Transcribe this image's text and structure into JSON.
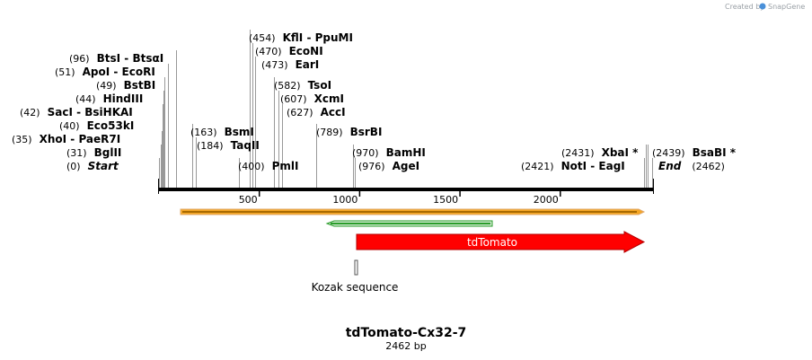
{
  "credit": {
    "prefix": "Created by",
    "brand": "SnapGene"
  },
  "title": "tdTomato-Cx32-7",
  "subtitle": "2462 bp",
  "length": 2462,
  "ticks": [
    500,
    1000,
    1500,
    2000
  ],
  "sites": [
    {
      "id": "btsi",
      "pos": "(96)",
      "name": "BtsI",
      "sep": " - ",
      "name2": "BtsαI",
      "bp": 96
    },
    {
      "id": "apoi",
      "pos": "(51)",
      "name": "ApoI",
      "sep": " - ",
      "name2": "EcoRI",
      "bp": 51
    },
    {
      "id": "bstbi",
      "pos": "(49)",
      "name": "BstBI",
      "sep": "",
      "name2": "",
      "bp": 49
    },
    {
      "id": "hindiii",
      "pos": "(44)",
      "name": "HindIII",
      "sep": "",
      "name2": "",
      "bp": 44
    },
    {
      "id": "saci",
      "pos": "(42)",
      "name": "SacI",
      "sep": " - ",
      "name2": "BsiHKAI",
      "bp": 42
    },
    {
      "id": "eco53ki",
      "pos": "(40)",
      "name": "Eco53kI",
      "sep": "",
      "name2": "",
      "bp": 40
    },
    {
      "id": "xhoi",
      "pos": "(35)",
      "name": "XhoI",
      "sep": " - ",
      "name2": "PaeR7I",
      "bp": 35
    },
    {
      "id": "bglii",
      "pos": "(31)",
      "name": "BglII",
      "sep": "",
      "name2": "",
      "bp": 31
    },
    {
      "id": "start",
      "pos": "(0)",
      "name": "Start",
      "sep": "",
      "name2": "",
      "bp": 0
    },
    {
      "id": "bsmi",
      "pos": "(163)",
      "name": "BsmI",
      "sep": "",
      "name2": "",
      "bp": 163
    },
    {
      "id": "taqii",
      "pos": "(184)",
      "name": "TaqII",
      "sep": "",
      "name2": "",
      "bp": 184
    },
    {
      "id": "kfli",
      "pos": "(454)",
      "name": "KflI",
      "sep": " - ",
      "name2": "PpuMI",
      "bp": 454
    },
    {
      "id": "econi",
      "pos": "(470)",
      "name": "EcoNI",
      "sep": "",
      "name2": "",
      "bp": 470
    },
    {
      "id": "eari",
      "pos": "(473)",
      "name": "EarI",
      "sep": "",
      "name2": "",
      "bp": 473
    },
    {
      "id": "tsoi",
      "pos": "(582)",
      "name": "TsoI",
      "sep": "",
      "name2": "",
      "bp": 582
    },
    {
      "id": "xcmi",
      "pos": "(607)",
      "name": "XcmI",
      "sep": "",
      "name2": "",
      "bp": 607
    },
    {
      "id": "acci",
      "pos": "(627)",
      "name": "AccI",
      "sep": "",
      "name2": "",
      "bp": 627
    },
    {
      "id": "pmli",
      "pos": "(400)",
      "name": "PmlI",
      "sep": "",
      "name2": "",
      "bp": 400
    },
    {
      "id": "bsrbi",
      "pos": "(789)",
      "name": "BsrBI",
      "sep": "",
      "name2": "",
      "bp": 789
    },
    {
      "id": "bamhi",
      "pos": "(970)",
      "name": "BamHI",
      "sep": "",
      "name2": "",
      "bp": 970
    },
    {
      "id": "agei",
      "pos": "(976)",
      "name": "AgeI",
      "sep": "",
      "name2": "",
      "bp": 976
    },
    {
      "id": "xbai",
      "pos": "(2431)",
      "name": "XbaI *",
      "sep": "",
      "name2": "",
      "bp": 2431
    },
    {
      "id": "noti",
      "pos": "(2421)",
      "name": "NotI",
      "sep": " - ",
      "name2": "EagI",
      "bp": 2421
    },
    {
      "id": "bsabi",
      "pos": "(2439)",
      "name": "BsaBI *",
      "sep": "",
      "name2": "",
      "bp": 2439
    },
    {
      "id": "end",
      "pos": "(2462)",
      "name": "End",
      "sep": "",
      "name2": "",
      "bp": 2462
    }
  ],
  "features": {
    "orange_bar": {
      "start": 120,
      "end": 2421,
      "direction": "forward",
      "color": "#f5a623"
    },
    "green_arrow": {
      "start": 829,
      "end": 1649,
      "direction": "reverse",
      "color": "#2a9d2a"
    },
    "tdtomato": {
      "label": "tdTomato",
      "start": 976,
      "end": 2421,
      "direction": "forward",
      "color": "#ff0000"
    },
    "kozak": {
      "label": "Kozak sequence",
      "start": 970,
      "end": 976
    }
  }
}
